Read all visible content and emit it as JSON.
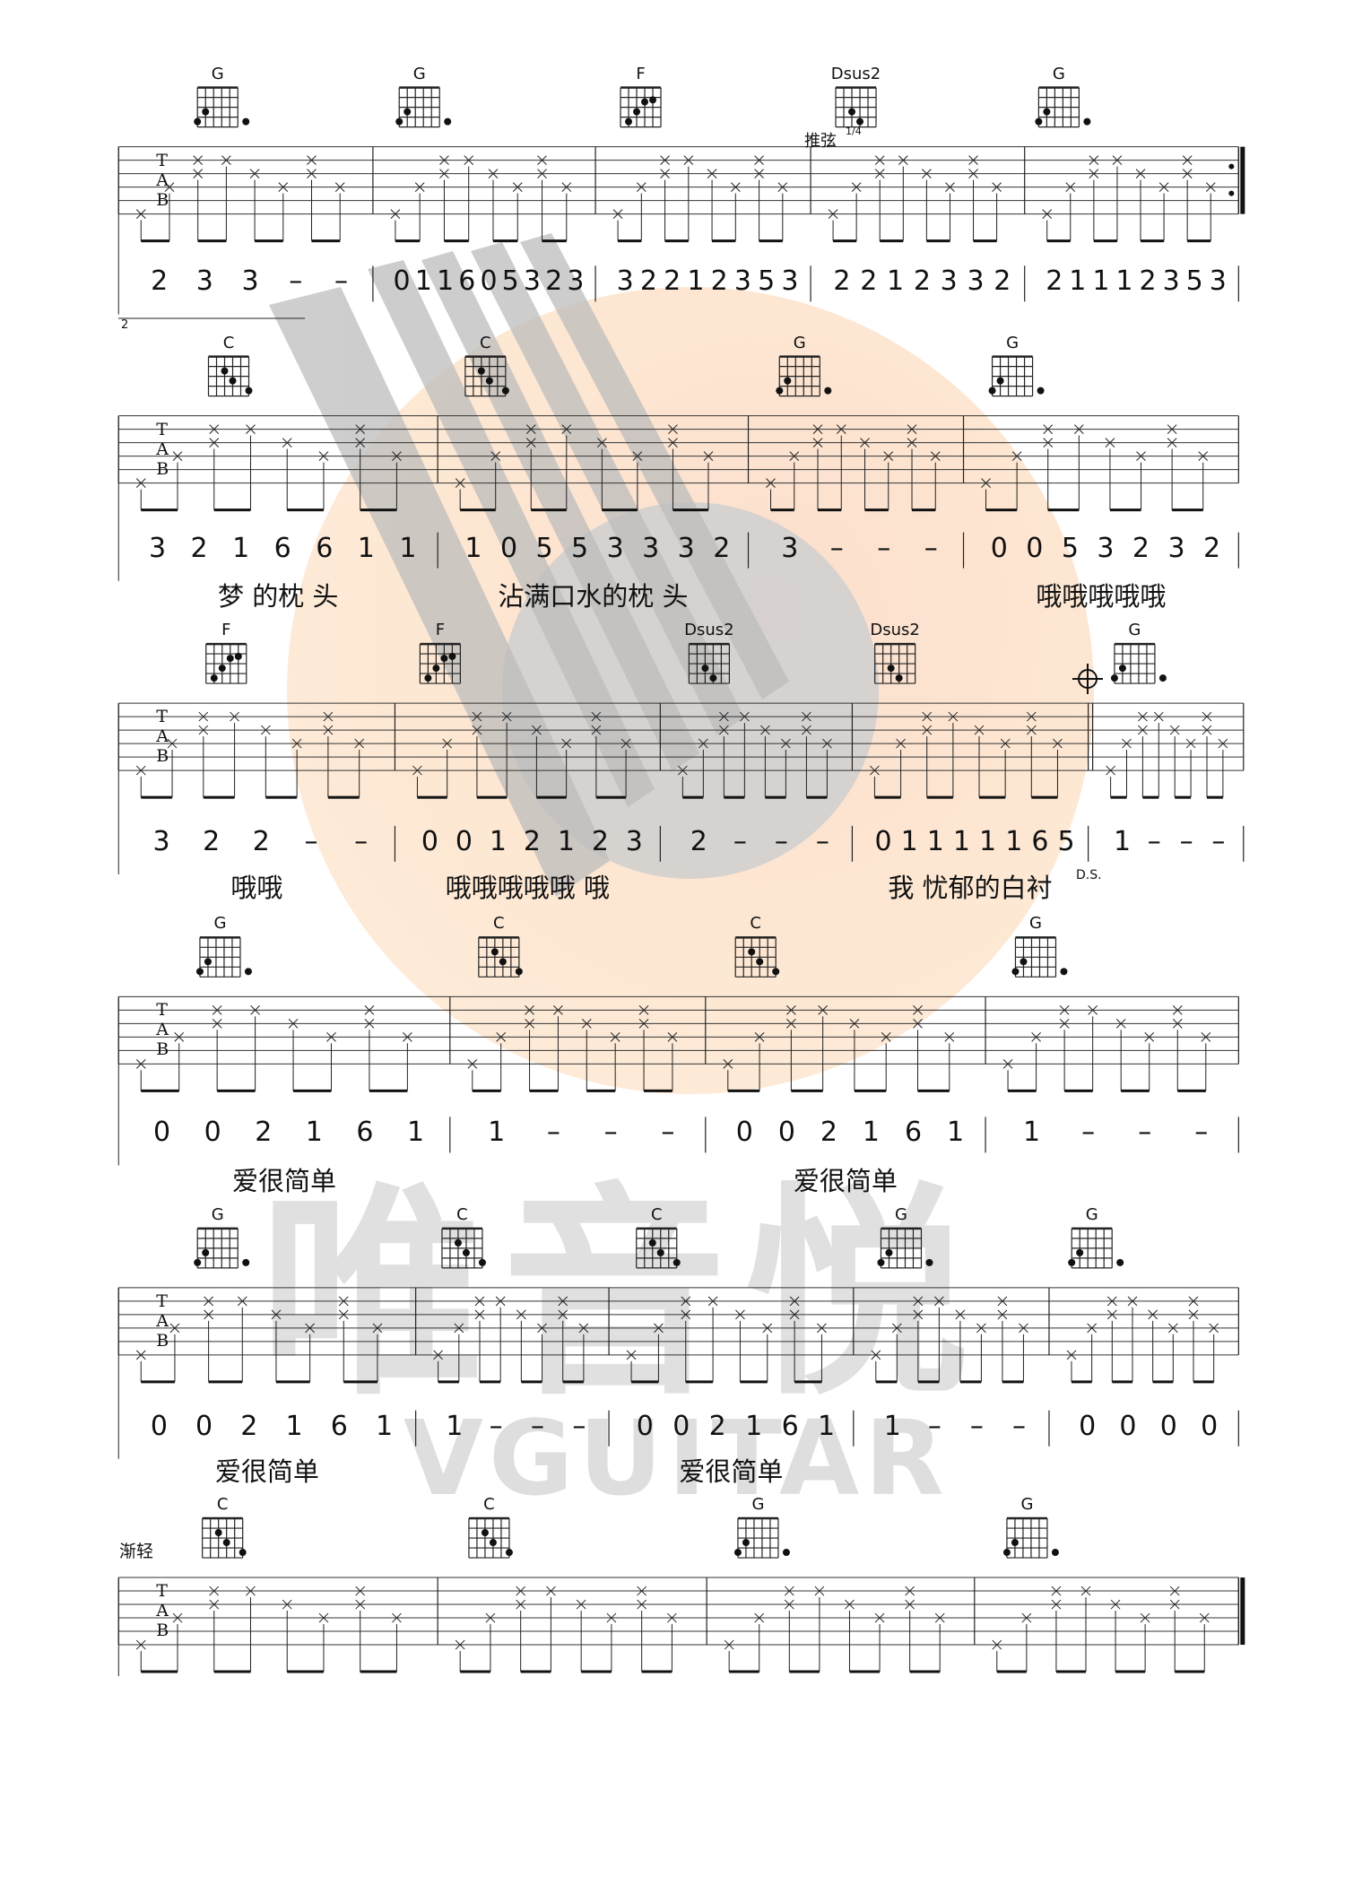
{
  "watermark": {
    "logo_cn": "唯音悦",
    "logo_en": "VGUITAR"
  },
  "tab_letters": [
    "T",
    "A",
    "B"
  ],
  "annotations": {
    "bend": "推弦",
    "bend_amount": "1/4",
    "ds": "D.S.",
    "fade": "渐轻",
    "volta": "2"
  },
  "systems": [
    {
      "chords": [
        "G",
        "G",
        "F",
        "Dsus2",
        "G"
      ],
      "notation": [
        "2 3 3 – –",
        "0 1 1 6 0 5 3 2 3",
        "3 2 2 1 2 3 5 3",
        "2 2 1 2 3 3 2",
        "2 1 1 1 2 3 5 3"
      ],
      "lyrics": [
        "",
        "",
        "",
        "",
        ""
      ]
    },
    {
      "chords": [
        "C",
        "C",
        "G",
        "G"
      ],
      "notation": [
        "3 2 1 6 6 1 1",
        "1 0 5 5 3 3 3 2",
        "3 – – –",
        "0 0 5 3 2 3 2"
      ],
      "lyrics": [
        "梦 的枕 头",
        "沾满口水的枕 头",
        "",
        "哦哦哦哦哦"
      ]
    },
    {
      "chords": [
        "F",
        "F",
        "Dsus2",
        "Dsus2",
        "G"
      ],
      "notation": [
        "3 2 2 – –",
        "0 0 1 2 1 2 3",
        "2 – – –",
        "0 1 1 1 1 1 6 5",
        "1 – – –"
      ],
      "lyrics": [
        "哦哦",
        "哦哦哦哦哦 哦",
        "",
        "我 忧郁的白衬",
        ""
      ]
    },
    {
      "chords": [
        "G",
        "C",
        "C",
        "G"
      ],
      "notation": [
        "0 0 2 1 6 1",
        "1 – – –",
        "0 0 2 1 6 1",
        "1 – – –"
      ],
      "lyrics": [
        "爱很简单",
        "",
        "爱很简单",
        ""
      ]
    },
    {
      "chords": [
        "G",
        "C",
        "C",
        "G",
        "G"
      ],
      "notation": [
        "0 0 2 1 6 1",
        "1 – – –",
        "0 0 2 1 6 1",
        "1 – – –",
        "0 0 0 0"
      ],
      "lyrics": [
        "爱很简单",
        "",
        "爱很简单",
        "",
        ""
      ]
    },
    {
      "chords": [
        "C",
        "C",
        "G",
        "G"
      ],
      "notation": [],
      "lyrics": []
    }
  ]
}
